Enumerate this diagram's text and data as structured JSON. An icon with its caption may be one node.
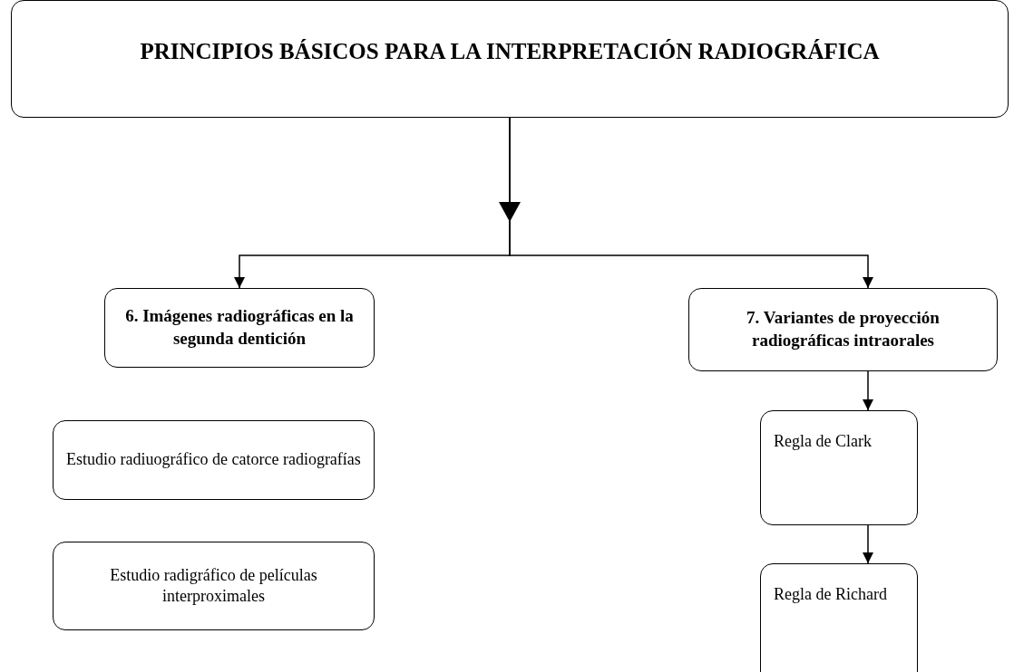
{
  "diagram": {
    "nodes": [
      {
        "text": [
          "PRINCIPIOS BÁSICOS PARA LA INTERPRETACIÓN RADIOGRÁFICA"
        ]
      },
      {
        "text": [
          "6. Imágenes radiográficas en la segunda dentición"
        ]
      },
      {
        "text": [
          "7. Variantes de proyección radiográficas intraorales"
        ]
      },
      {
        "text": [
          "Estudio radiuográfico de catorce radiografías"
        ]
      },
      {
        "text": [
          "Estudio radigráfico de películas interproximales"
        ]
      },
      {
        "text": [
          "Regla de Clark"
        ]
      },
      {
        "text": [
          "Regla de Richard"
        ]
      }
    ],
    "edges": [
      {
        "from": 0,
        "to": 1,
        "arrow": "to"
      },
      {
        "from": 0,
        "to": 2,
        "arrow": "to"
      },
      {
        "from": 2,
        "to": 5,
        "arrow": "to"
      },
      {
        "from": 5,
        "to": 6,
        "arrow": "to"
      }
    ]
  }
}
